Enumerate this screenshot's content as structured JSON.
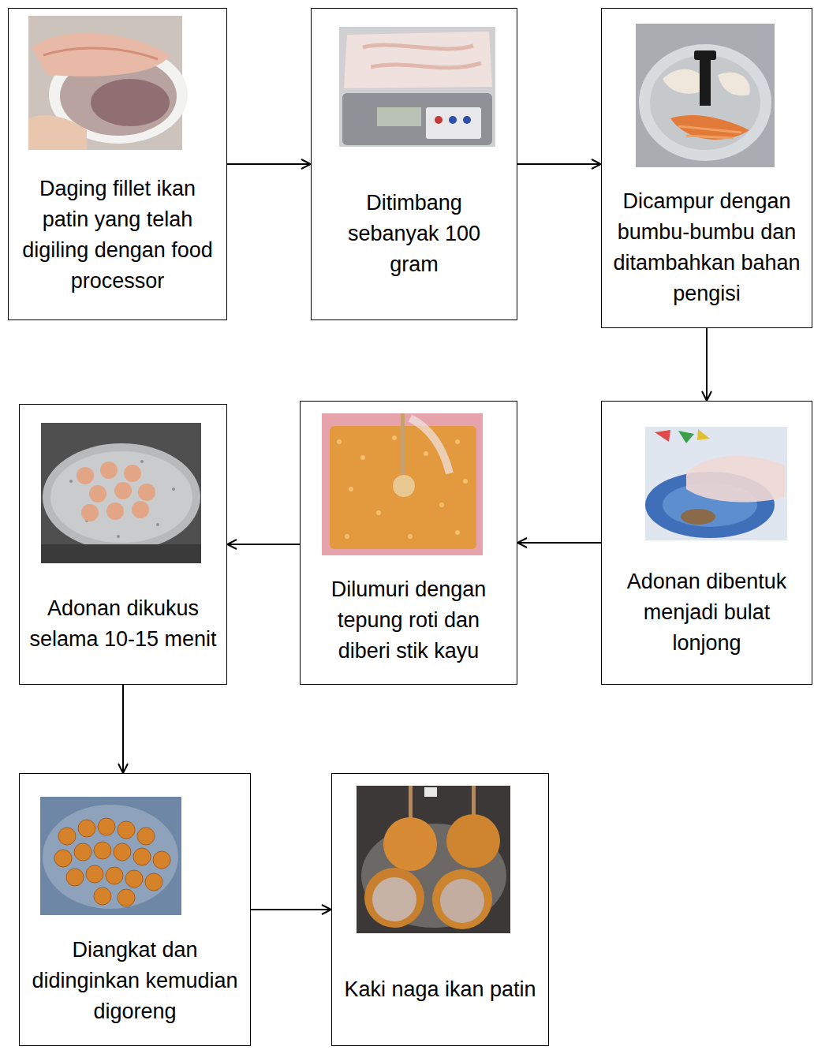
{
  "diagram": {
    "nodes": [
      {
        "text": [
          "Daging fillet ikan patin yang telah digiling dengan food processor"
        ]
      },
      {
        "text": [
          "Ditimbang sebanyak 100 gram"
        ]
      },
      {
        "text": [
          "Dicampur dengan bumbu-bumbu dan ditambahkan bahan pengisi"
        ]
      },
      {
        "text": [
          "Adonan dibentuk menjadi bulat lonjong"
        ]
      },
      {
        "text": [
          "Dilumuri dengan tepung roti dan diberi stik kayu"
        ]
      },
      {
        "text": [
          "Adonan dikukus selama 10-15 menit"
        ]
      },
      {
        "text": [
          "Diangkat dan didinginkan kemudian digoreng"
        ]
      },
      {
        "text": [
          "Kaki naga ikan patin"
        ]
      }
    ],
    "edges": [
      {
        "from": 0,
        "to": 1,
        "arrow": "to"
      },
      {
        "from": 1,
        "to": 2,
        "arrow": "to"
      },
      {
        "from": 2,
        "to": 3,
        "arrow": "to"
      },
      {
        "from": 3,
        "to": 4,
        "arrow": "to"
      },
      {
        "from": 4,
        "to": 5,
        "arrow": "to"
      },
      {
        "from": 5,
        "to": 6,
        "arrow": "to"
      },
      {
        "from": 6,
        "to": 7,
        "arrow": "to"
      }
    ]
  }
}
